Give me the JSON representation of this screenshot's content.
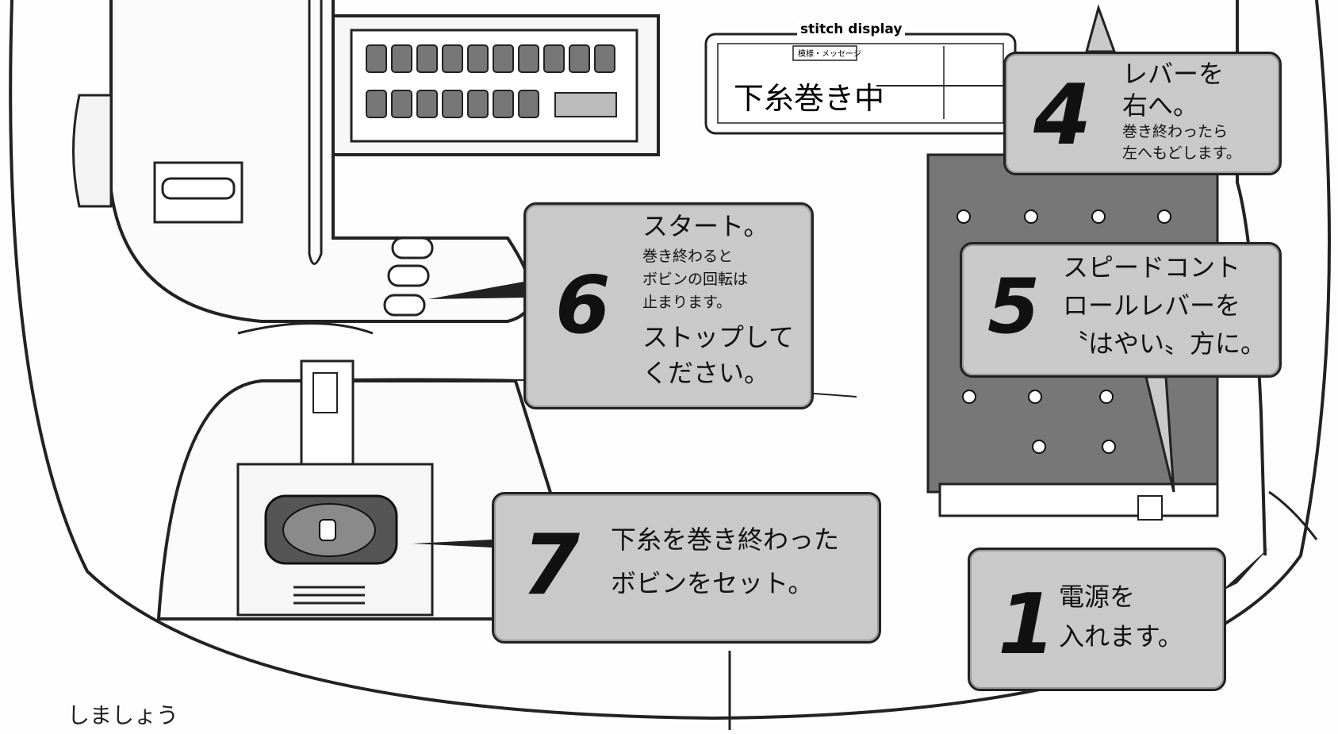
{
  "machine": {
    "display_label": "stitch display",
    "display_tab": "模様・メッセージ",
    "display_text": "下糸巻き中"
  },
  "steps": [
    {
      "id": "1",
      "num": "1",
      "lines": [
        "電源を",
        "入れます。"
      ]
    },
    {
      "id": "4",
      "num": "4",
      "title": [
        "レバーを",
        "右へ。"
      ],
      "note": [
        "巻き終わったら",
        "左へもどします。"
      ]
    },
    {
      "id": "5",
      "num": "5",
      "lines": [
        "スピードコント",
        "ロールレバーを",
        "〝はやい〟方に。"
      ]
    },
    {
      "id": "6",
      "num": "6",
      "title": [
        "スタート。"
      ],
      "note": [
        "巻き終わると",
        "ボビンの回転は",
        "止まります。"
      ],
      "extra": [
        "ストップして",
        "ください。"
      ]
    },
    {
      "id": "7",
      "num": "7",
      "lines": [
        "下糸を巻き終わった",
        "ボビンをセット。"
      ]
    }
  ],
  "footer_text": "しましょう",
  "colors": {
    "bubble": "#c9c9c9",
    "panel": "#7a7a7a",
    "ink": "#222222"
  }
}
